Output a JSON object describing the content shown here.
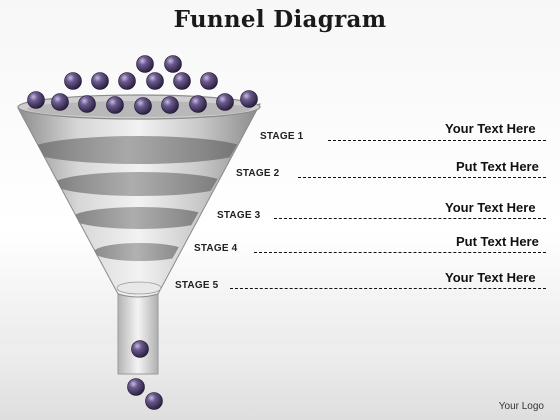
{
  "title": "Funnel Diagram",
  "stages": [
    {
      "label": "STAGE 1",
      "text": "Your Text Here"
    },
    {
      "label": "STAGE 2",
      "text": "Put Text Here"
    },
    {
      "label": "STAGE 3",
      "text": "Your Text Here"
    },
    {
      "label": "STAGE 4",
      "text": "Put Text Here"
    },
    {
      "label": "STAGE 5",
      "text": "Your Text Here"
    }
  ],
  "logo": "Your Logo",
  "colors": {
    "ball": "#4b3c66",
    "funnel": "#b8b8b8",
    "text": "#111111"
  }
}
